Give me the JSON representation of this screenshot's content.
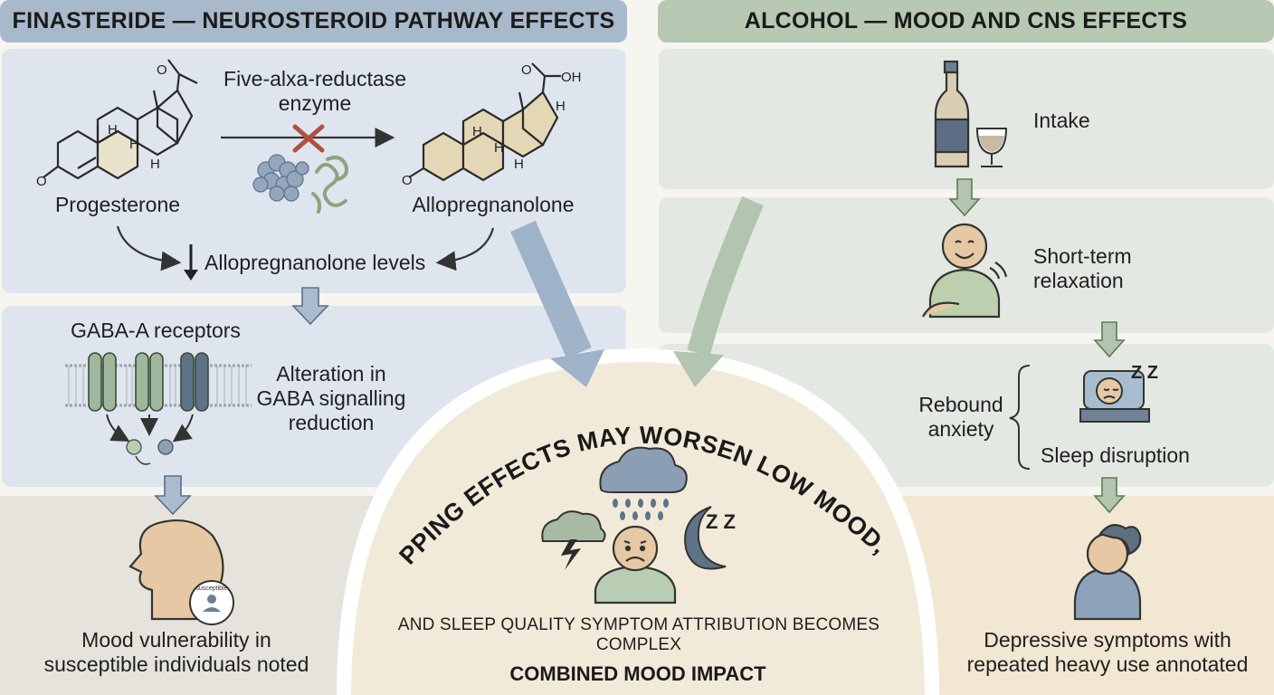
{
  "left": {
    "header": "FINASTERIDE — NEUROSTEROID PATHWAY EFFECTS",
    "progesterone_label": "Progesterone",
    "allopregnanolone_label": "Allopregnanolone",
    "enzyme_label_line1": "Five-alxa-reductase",
    "enzyme_label_line2": "enzyme",
    "levels_label": "Allopregnanolone levels",
    "gaba_receptors_label": "GABA-A receptors",
    "gaba_alteration_line1": "Alteration in",
    "gaba_alteration_line2": "GABA signalling",
    "gaba_alteration_line3": "reduction",
    "susceptible_badge": "susceptible",
    "mood_line1": "Mood vulnerability in",
    "mood_line2": "susceptible individuals noted",
    "chem": {
      "o": "O",
      "h": "H",
      "oh": "OH"
    }
  },
  "right": {
    "header": "ALCOHOL — MOOD AND CNS EFFECTS",
    "intake_label": "Intake",
    "relax_line1": "Short-term",
    "relax_line2": "relaxation",
    "rebound_line1": "Rebound",
    "rebound_line2": "anxiety",
    "sleep_label": "Sleep disruption",
    "zz_label": "Z Z",
    "depress_line1": "Depressive symptoms with",
    "depress_line2": "repeated heavy use annotated"
  },
  "center": {
    "arc_text": "OVERLAPPING EFFECTS MAY WORSEN LOW MOOD, ANXIETY,",
    "line2": "AND SLEEP QUALITY SYMPTOM ATTRIBUTION BECOMES COMPLEX",
    "title": "COMBINED MOOD IMPACT",
    "zz_label": "Z Z"
  },
  "colors": {
    "left_header": "#a9b9cc",
    "left_panel": "#dfe5ee",
    "right_header": "#b7c9b3",
    "right_panel": "#e3e9e2",
    "center_fill": "#f2ead9",
    "center_border": "#ffffff",
    "arrow_blue": "#9fb3c8",
    "arrow_green": "#b2c5ae",
    "ring_tan": "#d9c9a3"
  },
  "icons": [
    "progesterone-structure-icon",
    "allopregnanolone-structure-icon",
    "enzyme-protein-icon",
    "blocked-x-icon",
    "gaba-receptor-icon",
    "head-profile-icon",
    "bottle-icon",
    "wine-glass-icon",
    "smiling-person-icon",
    "sleeping-person-icon",
    "sad-person-icon",
    "storm-cloud-icon",
    "rain-cloud-icon",
    "moon-icon"
  ]
}
